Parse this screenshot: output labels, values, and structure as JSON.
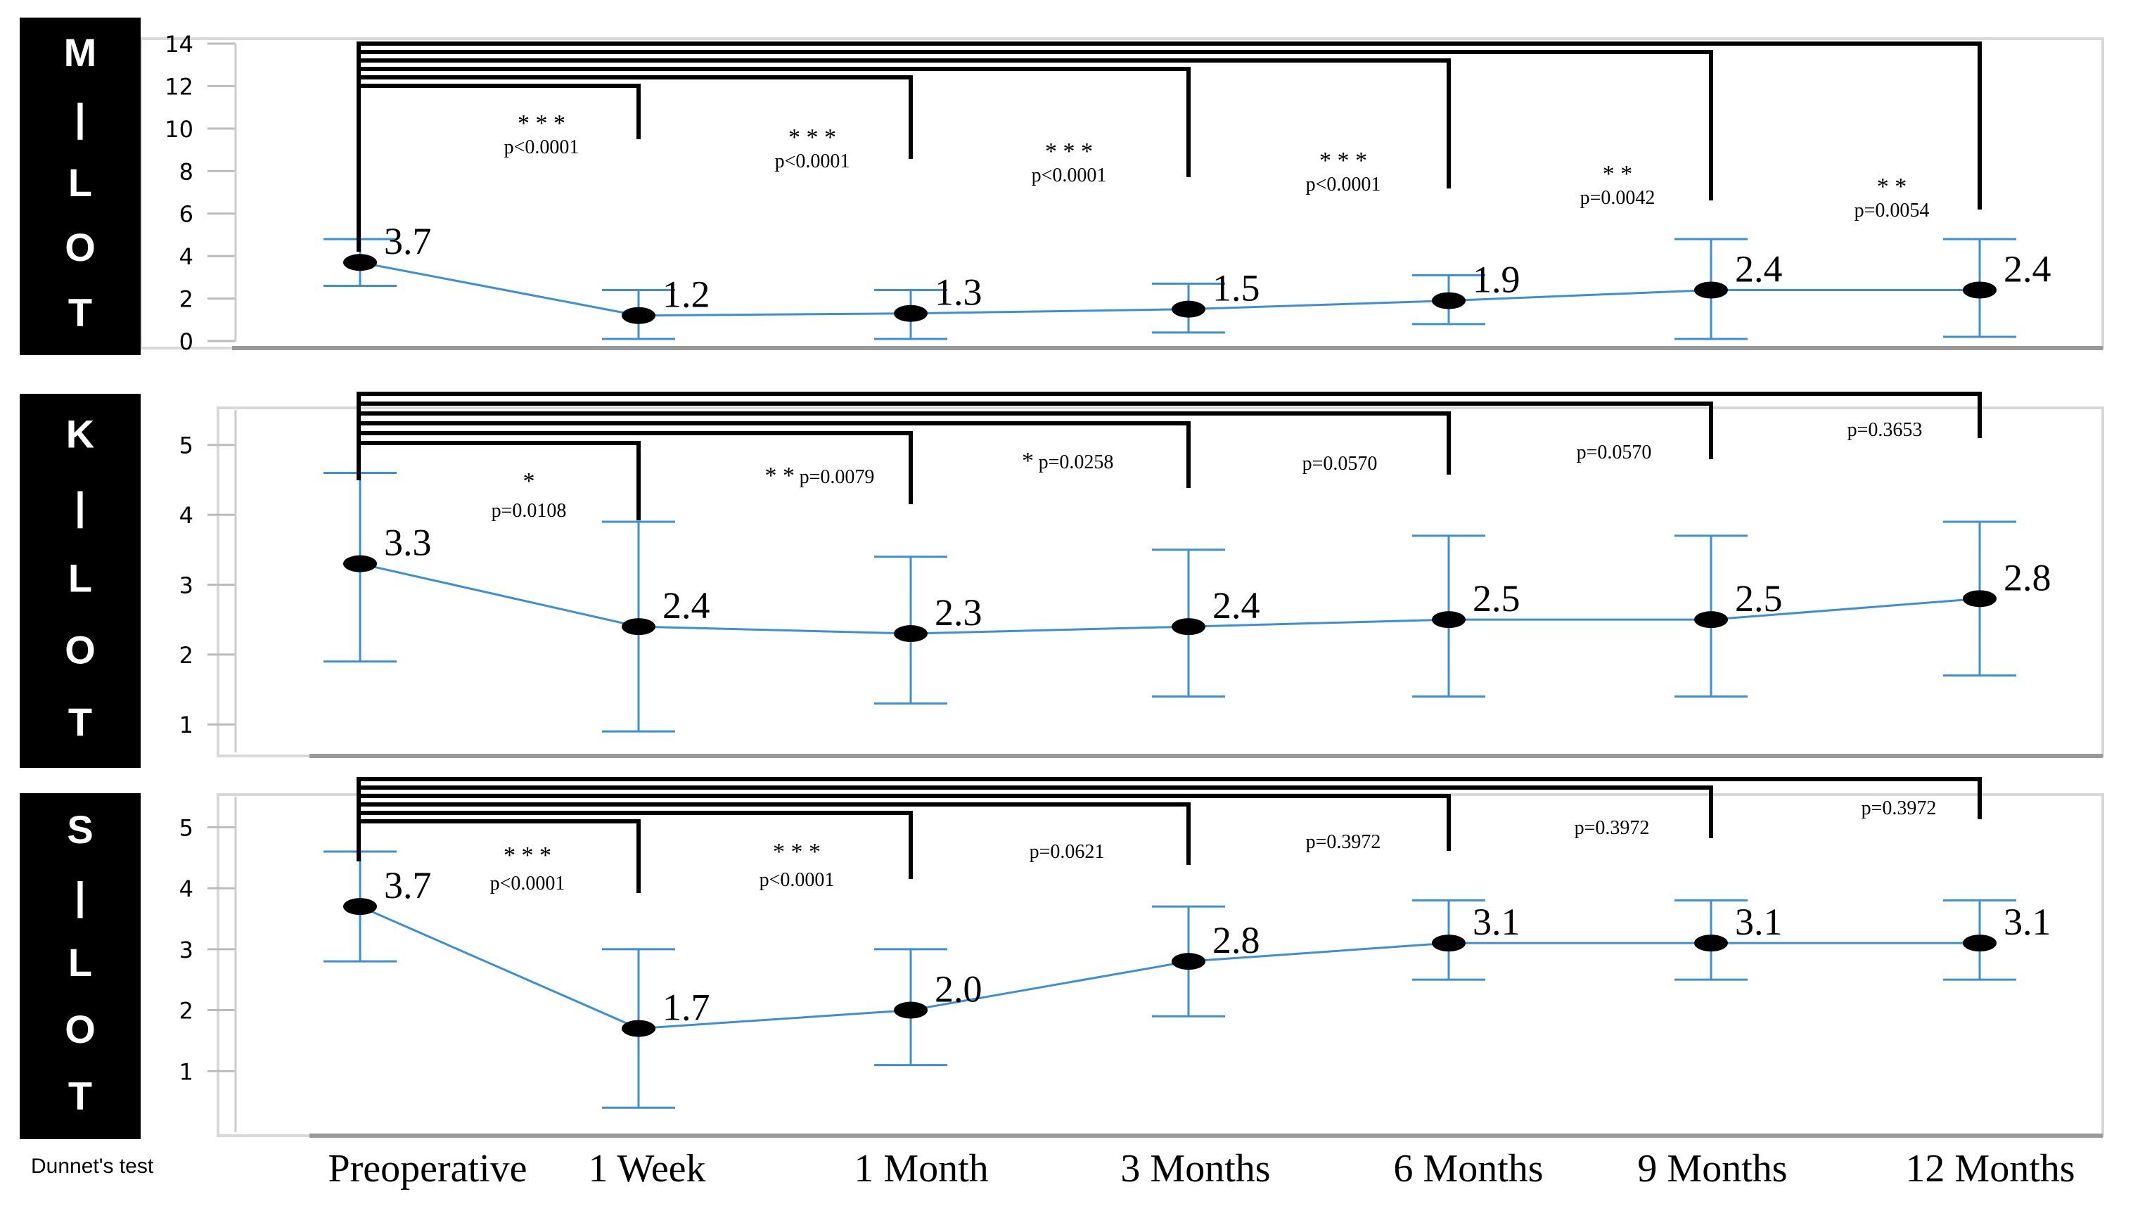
{
  "chart_data": [
    {
      "type": "line",
      "panel_label": "M-LOT",
      "categories": [
        "Preoperative",
        "1 Week",
        "1 Month",
        "3 Months",
        "6 Months",
        "9 Months",
        "12 Months"
      ],
      "values": [
        3.7,
        1.2,
        1.3,
        1.5,
        1.9,
        2.4,
        2.4
      ],
      "value_labels": [
        "3.7",
        "1.2",
        "1.3",
        "1.5",
        "1.9",
        "2.4",
        "2.4"
      ],
      "error_low": [
        2.6,
        0.1,
        0.1,
        0.4,
        0.8,
        0.1,
        0.2
      ],
      "error_high": [
        4.8,
        2.4,
        2.4,
        2.7,
        3.1,
        4.8,
        4.8
      ],
      "ylim": [
        0,
        14
      ],
      "yticks": [
        0,
        2,
        4,
        6,
        8,
        10,
        12,
        14
      ],
      "comparisons": [
        {
          "stars": "* * *",
          "p": "p<0.0001"
        },
        {
          "stars": "* * *",
          "p": "p<0.0001"
        },
        {
          "stars": "* * *",
          "p": "p<0.0001"
        },
        {
          "stars": "* * *",
          "p": "p<0.0001"
        },
        {
          "stars": "* *",
          "p": "p=0.0042"
        },
        {
          "stars": "* *",
          "p": "p=0.0054"
        }
      ]
    },
    {
      "type": "line",
      "panel_label": "K-LOT",
      "categories": [
        "Preoperative",
        "1 Week",
        "1 Month",
        "3 Months",
        "6 Months",
        "9 Months",
        "12 Months"
      ],
      "values": [
        3.3,
        2.4,
        2.3,
        2.4,
        2.5,
        2.5,
        2.8
      ],
      "value_labels": [
        "3.3",
        "2.4",
        "2.3",
        "2.4",
        "2.5",
        "2.5",
        "2.8"
      ],
      "error_low": [
        1.9,
        0.9,
        1.3,
        1.4,
        1.4,
        1.4,
        1.7
      ],
      "error_high": [
        4.6,
        3.9,
        3.4,
        3.5,
        3.7,
        3.7,
        3.9
      ],
      "ylim": [
        0.6,
        5.5
      ],
      "yticks": [
        1,
        2,
        3,
        4,
        5
      ],
      "comparisons": [
        {
          "stars": "*",
          "p": "p=0.0108"
        },
        {
          "stars": "* *",
          "p": "p=0.0079"
        },
        {
          "stars": "*",
          "p": "p=0.0258"
        },
        {
          "stars": "",
          "p": "p=0.0570"
        },
        {
          "stars": "",
          "p": "p=0.0570"
        },
        {
          "stars": "",
          "p": "p=0.3653"
        }
      ]
    },
    {
      "type": "line",
      "panel_label": "S-LOT",
      "categories": [
        "Preoperative",
        "1 Week",
        "1 Month",
        "3 Months",
        "6 Months",
        "9 Months",
        "12 Months"
      ],
      "values": [
        3.7,
        1.7,
        2.0,
        2.8,
        3.1,
        3.1,
        3.1
      ],
      "value_labels": [
        "3.7",
        "1.7",
        "2.0",
        "2.8",
        "3.1",
        "3.1",
        "3.1"
      ],
      "error_low": [
        2.8,
        0.4,
        1.1,
        1.9,
        2.5,
        2.5,
        2.5
      ],
      "error_high": [
        4.6,
        3.0,
        3.0,
        3.7,
        3.8,
        3.8,
        3.8
      ],
      "ylim": [
        0,
        5.5
      ],
      "yticks": [
        1,
        2,
        3,
        4,
        5
      ],
      "comparisons": [
        {
          "stars": "* * *",
          "p": "p<0.0001"
        },
        {
          "stars": "* * *",
          "p": "p<0.0001"
        },
        {
          "stars": "",
          "p": "p=0.0621"
        },
        {
          "stars": "",
          "p": "p=0.3972"
        },
        {
          "stars": "",
          "p": "p=0.3972"
        },
        {
          "stars": "",
          "p": "p=0.3972"
        }
      ]
    }
  ],
  "x_labels": [
    "Preoperative",
    "1 Week",
    "1 Month",
    "3 Months",
    "6 Months",
    "9 Months",
    "12 Months"
  ],
  "footnote": "Dunnet's test",
  "colors": {
    "line": "#3a8fd6",
    "marker": "#000000",
    "label_bg": "#000000",
    "label_text": "#ffffff",
    "bracket": "#000000"
  }
}
